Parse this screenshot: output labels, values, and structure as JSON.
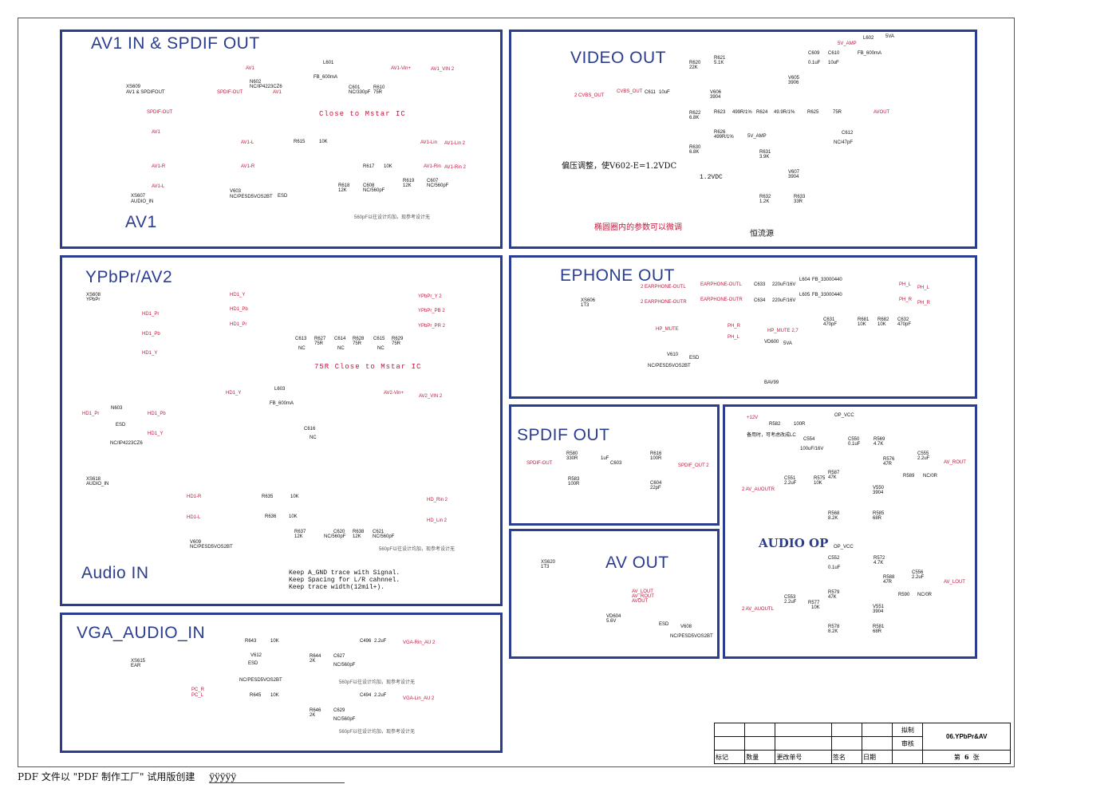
{
  "panels": {
    "av1": {
      "title": "AV1 IN & SPDIF OUT",
      "sub": "AV1"
    },
    "video_out": {
      "title": "VIDEO OUT"
    },
    "ypbpr": {
      "title": "YPbPr/AV2",
      "sub": "Audio IN"
    },
    "ephone": {
      "title": "EPHONE OUT"
    },
    "spdif": {
      "title": "SPDIF OUT"
    },
    "av_out": {
      "title": "AV OUT"
    },
    "audio_op": {
      "title": "AUDIO OP"
    },
    "vga": {
      "title": "VGA_AUDIO_IN"
    }
  },
  "labels": {
    "xs609": "XS609",
    "xs609_desc": "AV1 & SPDIFOUT",
    "spdif_out": "SPDIF-OUT",
    "av1": "AV1",
    "av1_r": "AV1-R",
    "av1_l": "AV1-L",
    "xs607": "XS607",
    "xs607_desc": "AUDIO_IN",
    "l601": "L601",
    "fb600": "FB_600mA",
    "av1_vin": "AV1-Vin+",
    "av1_vin2": "AV1_VIN  2",
    "n602": "N602",
    "n602_desc": "NC/IP4223CZ6",
    "spdif_out_1": "SPDIF-OUT",
    "av1_6": "AV1",
    "c601": "C601",
    "c601_v": "NC/330pF",
    "r610": "R610",
    "r610_v": "75R",
    "close_mstar": "Close to Mstar IC",
    "av1_l2": "AV1-L",
    "r615": "R615",
    "r615_v": "10K",
    "av1_lin": "AV1-Lin",
    "av1_lin2": "AV1-Lin  2",
    "av1_r2": "AV1-R",
    "r617": "R617",
    "r617_v": "10K",
    "av1_rin": "AV1-Rin",
    "av1_rin2": "AV1-Rin  2",
    "v603": "V603",
    "v603_desc": "NC/PESD5VOS2BT",
    "r618": "R618",
    "r618_v": "12K",
    "c608": "C608",
    "c608_v": "NC/560pF",
    "r619": "R619",
    "r619_v": "12K",
    "c607": "C607",
    "c607_v": "NC/560pF",
    "note560": "560pF以往设计均加，现参考设计无",
    "r620": "R620",
    "r620_v": "22K",
    "r621": "R621",
    "r621_v": "5.1K",
    "cvbs_out": "2  CVBS_OUT",
    "cvbs_out2": "CVBS_OUT",
    "c611": "C611",
    "c611_v": "10uF",
    "v606": "V606",
    "v606_v": "3904",
    "v605": "V605",
    "v605_v": "3906",
    "r622": "R622",
    "r622_v": "6.8K",
    "r623": "R623",
    "r623_v": "499R/1%",
    "r624": "R624",
    "r624_v": "49.9R/1%",
    "r625": "R625",
    "r625_v": "75R",
    "avout": "AVOUT",
    "r626": "R626",
    "r626_v": "499R/1%",
    "r630": "R630",
    "r630_v": "6.8K",
    "c609": "C609",
    "c609_v": "0.1uF",
    "c610": "C610",
    "c610_v": "10uF",
    "v5_amp": "5V_AMP",
    "l602": "L602",
    "fb600b": "FB_600mA",
    "v5a": "5VA",
    "c612": "C612",
    "c612_v": "NC/47pF",
    "bias_note": "偏压调整，使V602-E=1.2VDC",
    "v12": "1.2VDC",
    "v5_amp2": "5V_AMP",
    "r631": "R631",
    "r631_v": "3.9K",
    "v607": "V607",
    "v607_v": "3904",
    "r632": "R632",
    "r632_v": "1.2K",
    "r633": "R633",
    "r633_v": "33R",
    "ellipse_note": "椭圆圈内的参数可以微调",
    "const_current": "恒流源",
    "xs608": "XS608",
    "xs608_desc": "YPbPr",
    "hd1_pr": "HD1_Pr",
    "hd1_pb": "HD1_Pb",
    "hd1_y": "HD1_Y",
    "hd1_y2": "HD1_Y",
    "hd1_pb2": "HD1_Pb",
    "hd1_pr2": "HD1_Pr",
    "ypbpr_y": "YPbPr_Y  2",
    "ypbpr_pb": "YPbPr_PB  2",
    "ypbpr_pr": "YPbPr_PR  2",
    "c613": "C613",
    "nc": "NC",
    "r627": "R627",
    "r75": "75R",
    "c614": "C614",
    "r628": "R628",
    "c615": "C615",
    "r629": "R629",
    "close_mstar2": "75R Close to Mstar IC",
    "hd1_y3": "HD1_Y",
    "l603": "L603",
    "fb600c": "FB_600mA",
    "av2_vin": "AV2-Vin+",
    "av2_vin2": "AV2_VIN  2",
    "c616": "C616",
    "nc2": "NC",
    "hd1_pr3": "HD1_Pr",
    "n603": "N603",
    "hd1_pb3": "HD1_Pb",
    "hd1_y4": "HD1_Y",
    "n603_desc": "NC/IP4223CZ6",
    "esd": "ESD",
    "xs618": "XS618",
    "xs618_desc": "AUDIO_IN",
    "hd1_r": "HD1-R",
    "r635": "R635",
    "r635_v": "10K",
    "hd_rin": "HD_Rin  2",
    "hd1_l": "HD1-L",
    "r636": "R636",
    "r636_v": "10K",
    "hd_lin": "HD_Lin  2",
    "v609": "V609",
    "v609_desc": "NC/PESD5VOS2BT",
    "r637": "R637",
    "r637_v": "12K",
    "c620": "C620",
    "c620_v": "NC/560pF",
    "r638": "R638",
    "r638_v": "12K",
    "c621": "C621",
    "c621_v": "NC/560pF",
    "keep1": "Keep A_GND trace with Signal.",
    "keep2": "Keep Spacing for L/R cahnnel.",
    "keep3": "Keep trace width(12mil+).",
    "xs606": "XS606",
    "xs606_desc": "1T3",
    "eph_outl": "2  EARPHONE-OUTL",
    "eph_outr": "2  EARPHONE-OUTR",
    "eph_outl2": "EARPHONE-OUTL",
    "eph_outr2": "EARPHONE-OUTR",
    "c633": "C633",
    "c633_v": "220uF/16V",
    "c634": "C634",
    "c634_v": "220uF/16V",
    "l604": "L604",
    "l604_v": "FB_33000440",
    "l605": "L605",
    "l605_v": "FB_33000440",
    "ph_l": "PH_L",
    "ph_r": "PH_R",
    "ph_l2": "PH_L",
    "ph_r2": "PH_R",
    "c631": "C631",
    "c631_v": "470pF",
    "r681": "R681",
    "r681_v": "10K",
    "r682": "R682",
    "r682_v": "10K",
    "c632": "C632",
    "c632_v": "470pF",
    "hp_mute": "HP_MUTE",
    "hp_mute2": "HP_MUTE  2,7",
    "ph_r3": "PH_R",
    "ph_l3": "PH_L",
    "v610": "V610",
    "v610_desc": "NC/PESD5VOS2BT",
    "vd600": "VD600",
    "v5a2": "5VA",
    "bav99": "BAV99",
    "spdif_out3": "SPDIF-OUT",
    "r580": "R580",
    "r580_v": "330R",
    "c603": "C603",
    "c603_v": "1uF",
    "r616": "R616",
    "r616_v": "100R",
    "spdif_out4": "SPDIF_OUT  2",
    "r583": "R583",
    "r583_v": "100R",
    "c604": "C604",
    "c604_v": "22pF",
    "xs620": "XS620",
    "xs620_desc": "1T3",
    "av_lout": "AV_LOUT",
    "av_rout": "AV_ROUT",
    "avout2": "AVOUT",
    "vd604": "VD604",
    "vd604_v": "5.6V",
    "v608": "V608",
    "v608_desc": "NC/PESD5VOS2BT",
    "v12p": "+12V",
    "r582": "R582",
    "r582_v": "100R",
    "op_vcc": "OP_VCC",
    "note_c": "备用时，可考虑改成LC",
    "c554": "C554",
    "c554_v": "100uF/16V",
    "c550": "C550",
    "c550_v": "0.1uF",
    "r569": "R569",
    "r569_v": "4.7K",
    "r576": "R576",
    "r576_v": "47R",
    "c555": "C555",
    "c555_v": "2.2uF",
    "av_rout2": "AV_ROUT",
    "c551": "C551",
    "c551_v": "2.2uF",
    "r575": "R575",
    "r575_v": "10K",
    "r587": "R587",
    "r587_v": "47K",
    "av_auoutr": "2  AV_AUOUTR",
    "v550": "V550",
    "v550_v": "3904",
    "r589": "R589",
    "r589_v": "NC/0R",
    "r568": "R568",
    "r568_v": "8.2K",
    "r585": "R585",
    "r585_v": "68R",
    "op_vcc2": "OP_VCC",
    "c552": "C552",
    "c552_v": "0.1uF",
    "r572": "R572",
    "r572_v": "4.7K",
    "r588": "R588",
    "r588_v": "47R",
    "c556": "C556",
    "c556_v": "2.2uF",
    "av_lout2": "AV_LOUT",
    "c553": "C553",
    "c553_v": "2.2uF",
    "r579": "R579",
    "r579_v": "47K",
    "r577": "R577",
    "r577_v": "10K",
    "r590": "R590",
    "r590_v": "NC/0R",
    "av_auoutl": "2  AV_AUOUTL",
    "v551": "V551",
    "v551_v": "3904",
    "r578": "R578",
    "r578_v": "8.2K",
    "r581": "R581",
    "r581_v": "68R",
    "xs615": "XS615",
    "xs615_desc": "EAR",
    "r643": "R643",
    "r643_v": "10K",
    "c496": "C496",
    "c496_v": "2.2uF",
    "vga_rin": "VGA-Rin_AU  2",
    "v612": "V612",
    "v612_desc": "NC/PESD5VOS2BT",
    "r644": "R644",
    "r644_v": "2K",
    "c627": "C627",
    "c627_v": "NC/560pF",
    "pc_r": "PC_R",
    "pc_l": "PC_L",
    "r645": "R645",
    "r645_v": "10K",
    "c494": "C494",
    "c494_v": "2.2uF",
    "vga_lin": "VGA-Lin_AU  2",
    "r646": "R646",
    "r646_v": "2K",
    "c629": "C629",
    "c629_v": "NC/560pF"
  },
  "title_block": {
    "draw": "拟制",
    "check": "审核",
    "sheet": "06.YPbPr&AV",
    "h1": "标记",
    "h2": "数量",
    "h3": "更改单号",
    "h4": "签名",
    "h5": "日期",
    "page_pre": "第",
    "page_num": "6",
    "page_post": "张"
  },
  "footer": {
    "text": "PDF 文件以 \"PDF 制作工厂\" 试用版创建",
    "link": "ÿÿÿÿÿ"
  },
  "colors": {
    "panel": "#2b3d8f",
    "net": "#c0183c",
    "wire": "#c0183c",
    "ink": "#111111"
  }
}
